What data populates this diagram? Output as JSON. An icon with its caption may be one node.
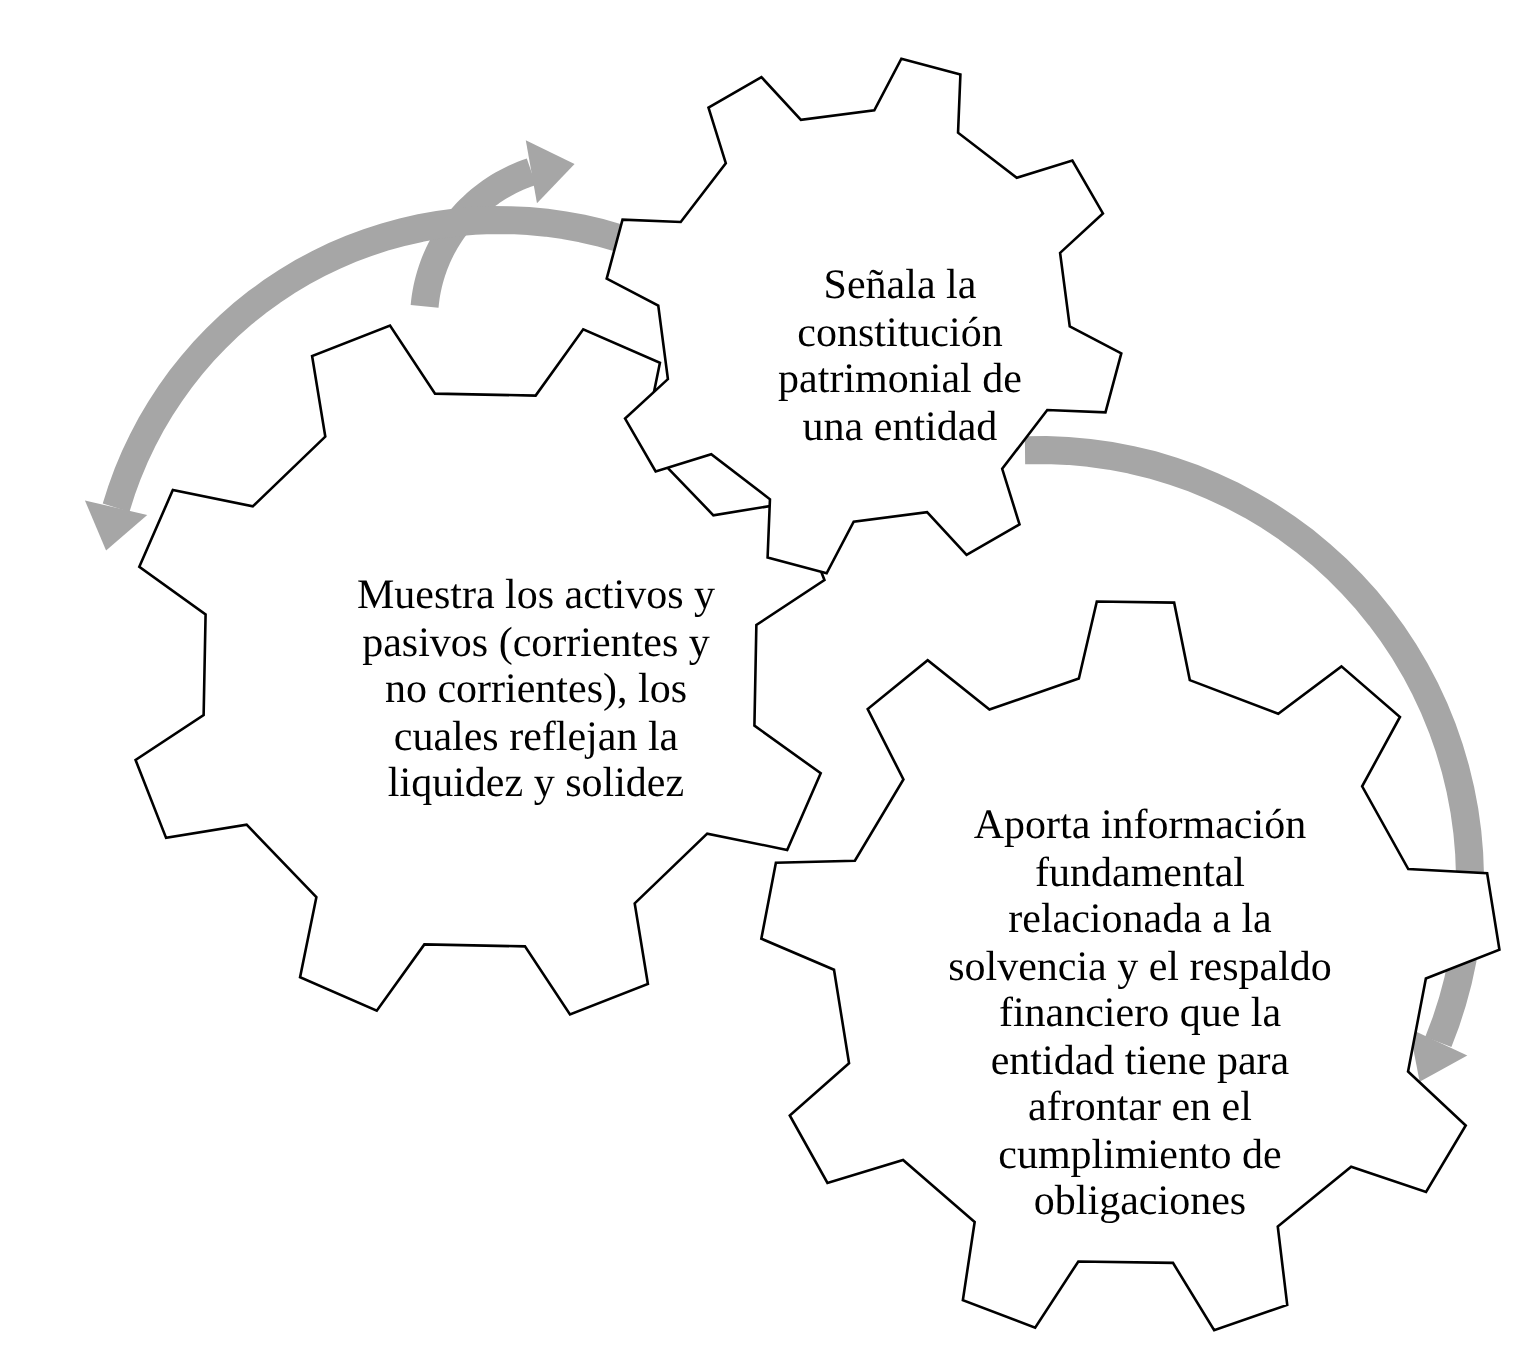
{
  "diagram": {
    "nodes": [
      {
        "text": [
          "Muestra los activos y pasivos (corrientes y no corrientes), los cuales reflejan la liquidez y solidez"
        ]
      },
      {
        "text": [
          "Señala la constitución patrimonial de una entidad"
        ]
      },
      {
        "text": [
          "Aporta información fundamental relacionada a la solvencia y el respaldo financiero que la entidad tiene para afrontar en el cumplimiento de obligaciones"
        ]
      }
    ]
  }
}
